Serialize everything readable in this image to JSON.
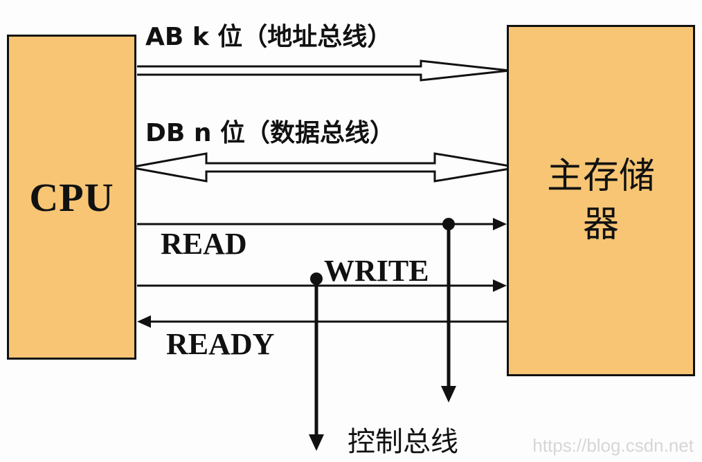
{
  "cpu": {
    "label": "CPU"
  },
  "memory": {
    "label": "主存储器"
  },
  "address_bus": {
    "label": "AB k 位（地址总线）"
  },
  "data_bus": {
    "label": "DB n 位（数据总线）"
  },
  "signals": {
    "read": "READ",
    "write": "WRITE",
    "ready": "READY"
  },
  "control_bus": {
    "label": "控制总线"
  },
  "watermark": "https://blog.csdn.net",
  "colors": {
    "box_fill": "#f7c574",
    "line": "#111111",
    "background": "#fdfdfd"
  }
}
